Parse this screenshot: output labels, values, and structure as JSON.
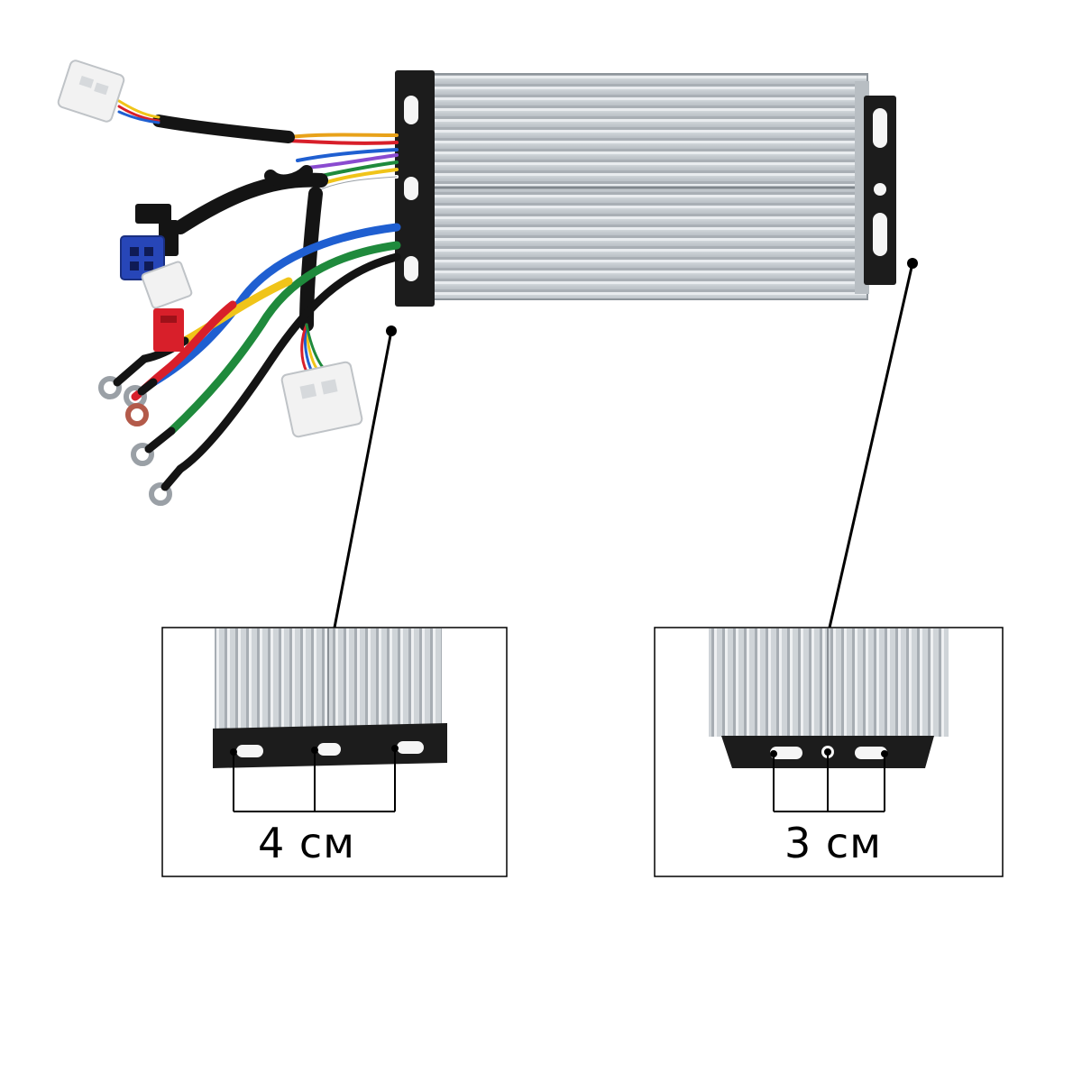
{
  "photo": {
    "subject": "controller-with-wiring-harness",
    "accent_colors": {
      "housing": "#c9ced3",
      "bracket": "#1c1c1c",
      "wire_blue": "#1f5fd1",
      "wire_green": "#1f8a3c",
      "wire_yellow": "#f0c419",
      "wire_black": "#141414",
      "wire_red": "#d81f2a",
      "connector_white": "#f2f2f2",
      "connector_blue": "#2746b8"
    }
  },
  "detail_left": {
    "measurement": "4 см"
  },
  "detail_right": {
    "measurement": "3 см"
  }
}
